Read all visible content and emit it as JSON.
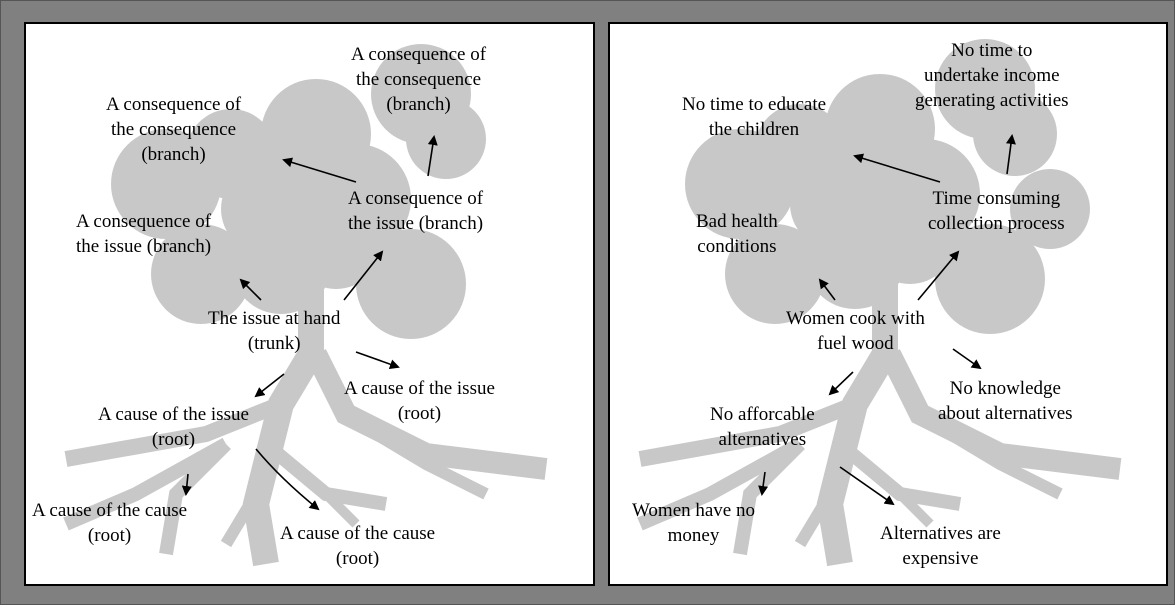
{
  "colors": {
    "background": "#808080",
    "panel": "#ffffff",
    "tree": "#c8c8c8",
    "ink": "#000000"
  },
  "panels": [
    {
      "id": "left",
      "labels": [
        {
          "key": "cons_of_cons_right",
          "lines": [
            "A consequence of",
            "the consequence",
            "(branch)"
          ]
        },
        {
          "key": "cons_of_cons_left",
          "lines": [
            "A consequence of",
            "the consequence",
            "(branch)"
          ]
        },
        {
          "key": "cons_of_issue_left",
          "lines": [
            "A consequence of",
            "the issue (branch)"
          ]
        },
        {
          "key": "cons_of_issue_right",
          "lines": [
            "A consequence of",
            "the issue (branch)"
          ]
        },
        {
          "key": "issue",
          "lines": [
            "The issue at hand",
            "(trunk)"
          ]
        },
        {
          "key": "cause_left",
          "lines": [
            "A cause of the issue",
            "(root)"
          ]
        },
        {
          "key": "cause_right",
          "lines": [
            "A cause of the issue",
            "(root)"
          ]
        },
        {
          "key": "cause_of_cause_left",
          "lines": [
            "A cause of the cause",
            "(root)"
          ]
        },
        {
          "key": "cause_of_cause_right",
          "lines": [
            "A cause of the cause",
            "(root)"
          ]
        }
      ]
    },
    {
      "id": "right",
      "labels": [
        {
          "key": "no_time_income",
          "lines": [
            "No time to",
            "undertake income",
            "generating activities"
          ]
        },
        {
          "key": "no_time_educate",
          "lines": [
            "No time to educate",
            "the children"
          ]
        },
        {
          "key": "time_consuming",
          "lines": [
            "Time consuming",
            "collection process"
          ]
        },
        {
          "key": "bad_health",
          "lines": [
            "Bad health",
            "conditions"
          ]
        },
        {
          "key": "women_cook",
          "lines": [
            "Women cook with",
            "fuel wood"
          ]
        },
        {
          "key": "no_affordable",
          "lines": [
            "No afforcable",
            "alternatives"
          ]
        },
        {
          "key": "no_knowledge",
          "lines": [
            "No knowledge",
            "about alternatives"
          ]
        },
        {
          "key": "no_money",
          "lines": [
            "Women have no",
            "money"
          ]
        },
        {
          "key": "expensive",
          "lines": [
            "Alternatives are",
            "expensive"
          ]
        }
      ]
    }
  ]
}
